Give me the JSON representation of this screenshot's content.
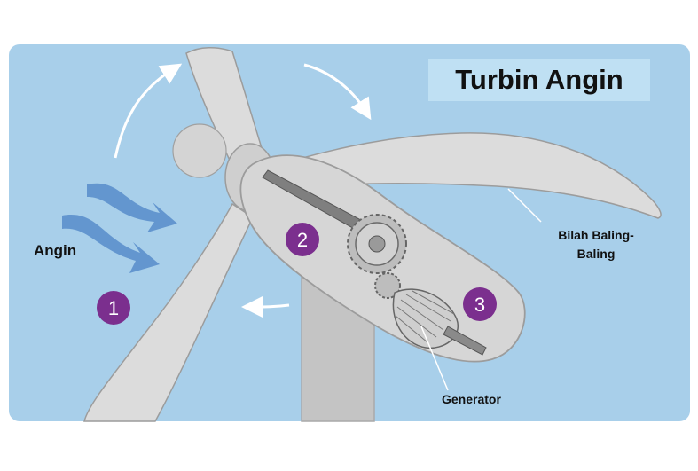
{
  "title": "Turbin Angin",
  "labels": {
    "wind": "Angin",
    "blade": "Bilah Baling-Baling",
    "generator": "Generator"
  },
  "markers": [
    "1",
    "2",
    "3"
  ],
  "colors": {
    "sky": "#a8cfea",
    "title_bg": "#bfe0f3",
    "turbine": "#d9d9d9",
    "tower": "#c9c9c9",
    "wind_arrow": "#5b8fcc",
    "marker": "#7b2f8e",
    "rotation_arrow": "#ffffff"
  }
}
